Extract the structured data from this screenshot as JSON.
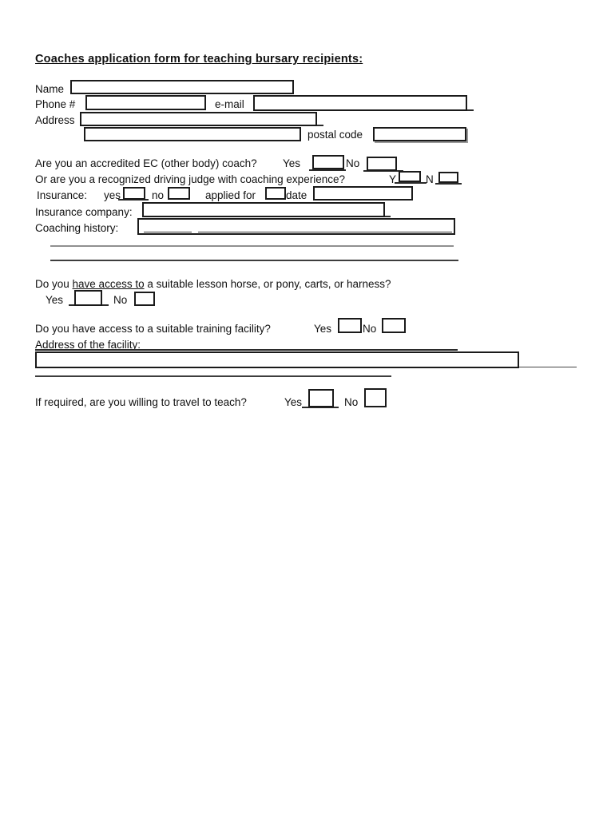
{
  "form": {
    "title": "Coaches application form for teaching bursary recipients:",
    "labels": {
      "name": "Name",
      "phone": "Phone #",
      "email": "e-mail",
      "address": "Address",
      "postal_code": "postal code",
      "yes": "Yes",
      "no": "No",
      "y": "Y",
      "n": "N",
      "yes_lower": "yes",
      "no_lower": "no",
      "insurance": "Insurance:",
      "applied_for": "applied for",
      "date": "date",
      "insurance_company": "Insurance company:",
      "coaching_history": "Coaching history:",
      "facility_address": "Address of the facility:"
    },
    "questions": {
      "accredited": "Are you an accredited EC (other body) coach?",
      "judge": "Or are you a recognized driving judge with coaching experience?",
      "lesson_horse_pre": "Do you ",
      "lesson_horse_underlined": "have access to",
      "lesson_horse_post": " a suitable lesson horse, or pony, carts, or harness?",
      "training_facility": "Do you have access to a suitable training facility?",
      "travel": "If required, are you willing to travel to teach?"
    },
    "values": {
      "name": "",
      "phone": "",
      "email": "",
      "address_line1": "",
      "address_line2": "",
      "postal_code": "",
      "insurance_date": "",
      "insurance_company": "",
      "coaching_history": "",
      "facility_address": ""
    }
  }
}
